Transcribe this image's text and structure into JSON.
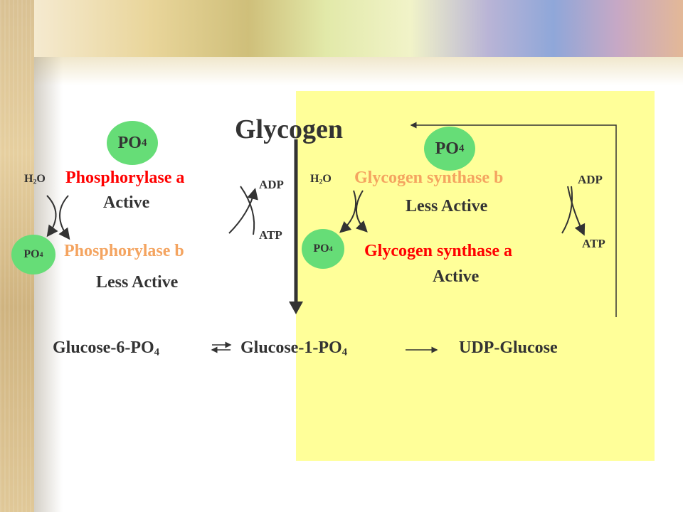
{
  "title": "Glycogen",
  "phosphorylase": {
    "a_label": "Phosphorylase a",
    "a_state": "Active",
    "b_label": "Phosphorylase b",
    "b_state": "Less Active"
  },
  "synthase": {
    "b_label": "Glycogen synthase b",
    "b_state": "Less Active",
    "a_label": "Glycogen synthase a",
    "a_state": "Active"
  },
  "reagents": {
    "h2o": "H",
    "h2o_sub": "2",
    "h2o_end": "O",
    "adp": "ADP",
    "atp": "ATP",
    "po": "PO",
    "po_sub": "4"
  },
  "pathway": {
    "g6p": "Glucose-6-PO",
    "g6p_sub": "4",
    "g1p": "Glucose-1-PO",
    "g1p_sub": "4",
    "udp": "UDP-Glucose"
  },
  "colors": {
    "active_red": "#ff0000",
    "less_active_orange": "#f4a460",
    "badge_green": "#66dd77",
    "panel_yellow": "#ffff99"
  }
}
